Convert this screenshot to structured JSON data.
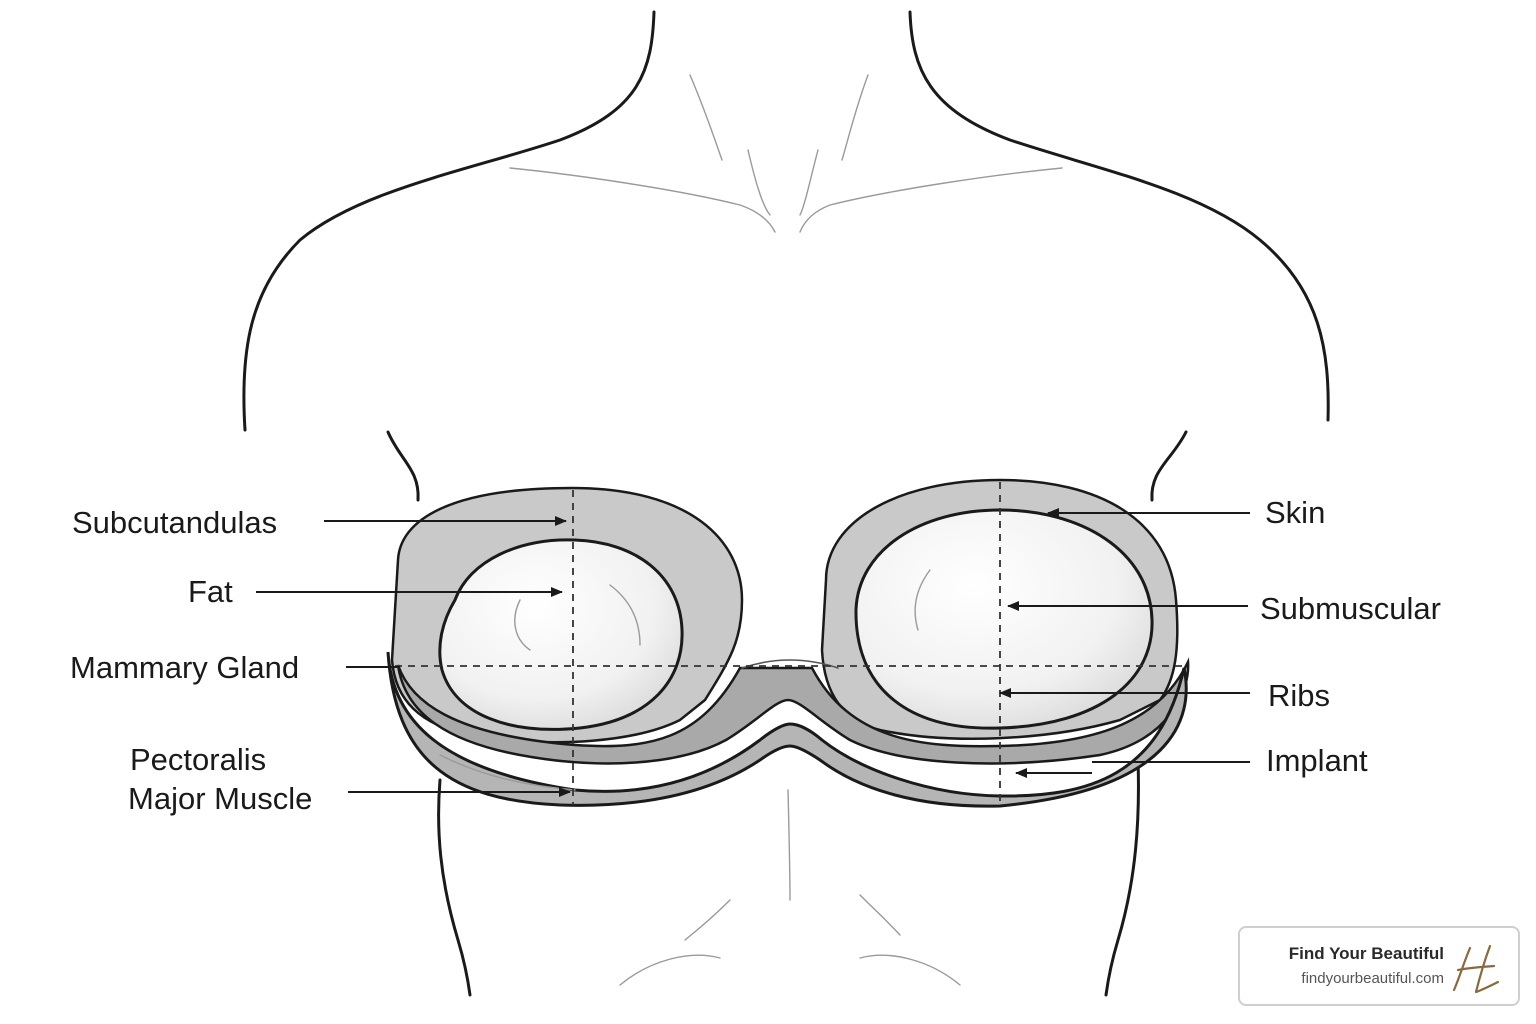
{
  "labels": {
    "subcutandulas": "Subcutandulas",
    "fat": "Fat",
    "mammary_gland": "Mammary Gland",
    "pectoralis_line1": "Pectoralis",
    "pectoralis_line2": "Major Muscle",
    "skin": "Skin",
    "submuscular": "Submuscular",
    "ribs": "Ribs",
    "implant": "Implant"
  },
  "badge": {
    "name": "Find Your Beautiful",
    "url": "findyourbeautiful.com",
    "logo_letter": "H"
  },
  "colors": {
    "tissue_gray": "#c9c9c9",
    "muscle_gray": "#a9a9a9",
    "implant_fill": "#f2f2f2",
    "logo_gold": "#8a6a3c"
  }
}
